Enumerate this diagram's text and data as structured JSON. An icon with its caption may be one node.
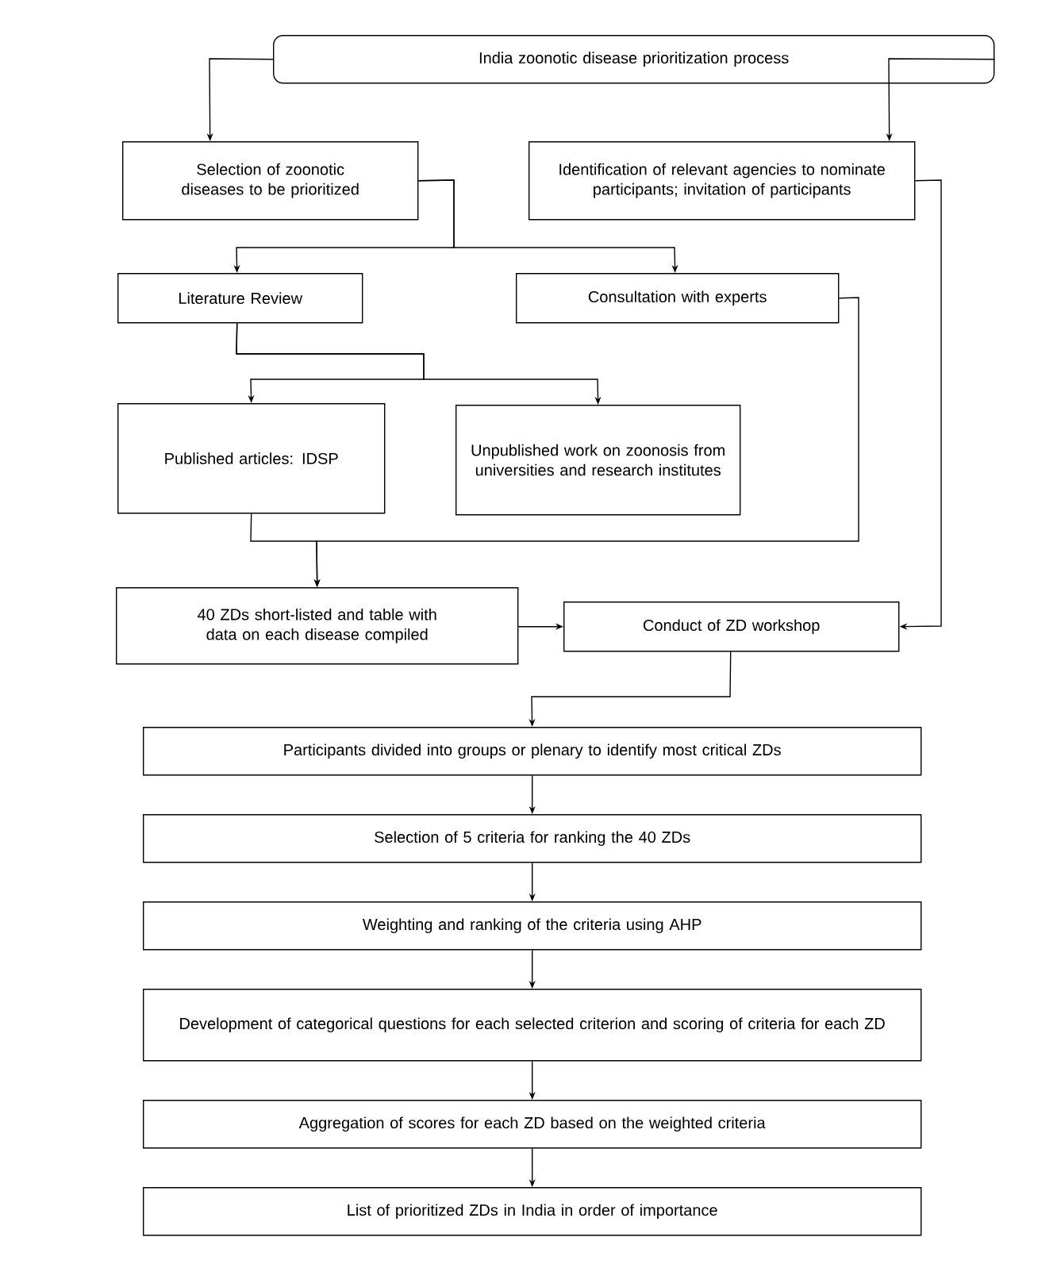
{
  "diagram": {
    "nodes": [
      {
        "text": [
          "India zoonotic disease prioritization process"
        ]
      },
      {
        "text": [
          "Selection of zoonotic diseases to be prioritized"
        ]
      },
      {
        "text": [
          "Identification of relevant agencies to nominate participants; invitation of participants"
        ]
      },
      {
        "text": [
          "Literature Review"
        ]
      },
      {
        "text": [
          "Consultation with experts"
        ]
      },
      {
        "text": [
          "Published articles: IDSP"
        ]
      },
      {
        "text": [
          "Unpublished work on zoonosis from universities and research institutes"
        ]
      },
      {
        "text": [
          "40 ZDs short-listed and table with data on each disease compiled"
        ]
      },
      {
        "text": [
          "Conduct of ZD workshop"
        ]
      },
      {
        "text": [
          "Participants divided into groups or plenary to identify most critical ZDs"
        ]
      },
      {
        "text": [
          "Selection of 5 criteria for ranking the 40 ZDs"
        ]
      },
      {
        "text": [
          "Weighting and ranking of the criteria using AHP"
        ]
      },
      {
        "text": [
          "Development of categorical questions for each selected criterion and scoring of criteria for each ZD"
        ]
      },
      {
        "text": [
          "Aggregation of scores for each ZD based on the weighted criteria"
        ]
      },
      {
        "text": [
          "List of prioritized ZDs in India in order of importance"
        ]
      }
    ],
    "edges": [
      {
        "from": 0,
        "to": 1,
        "arrow": "to"
      },
      {
        "from": 0,
        "to": 2,
        "arrow": "to"
      },
      {
        "from": 1,
        "to": 3,
        "arrow": "to"
      },
      {
        "from": 1,
        "to": 4,
        "arrow": "to"
      },
      {
        "from": 3,
        "to": 5,
        "arrow": "to"
      },
      {
        "from": 3,
        "to": 6,
        "arrow": "to"
      },
      {
        "from": 4,
        "to": 7,
        "arrow": "to"
      },
      {
        "from": 5,
        "to": 7,
        "arrow": "to"
      },
      {
        "from": 2,
        "to": 8,
        "arrow": "to"
      },
      {
        "from": 7,
        "to": 8,
        "arrow": "to"
      },
      {
        "from": 8,
        "to": 9,
        "arrow": "to"
      },
      {
        "from": 9,
        "to": 10,
        "arrow": "to"
      },
      {
        "from": 10,
        "to": 11,
        "arrow": "to"
      },
      {
        "from": 11,
        "to": 12,
        "arrow": "to"
      },
      {
        "from": 12,
        "to": 13,
        "arrow": "to"
      },
      {
        "from": 13,
        "to": 14,
        "arrow": "to"
      }
    ]
  }
}
